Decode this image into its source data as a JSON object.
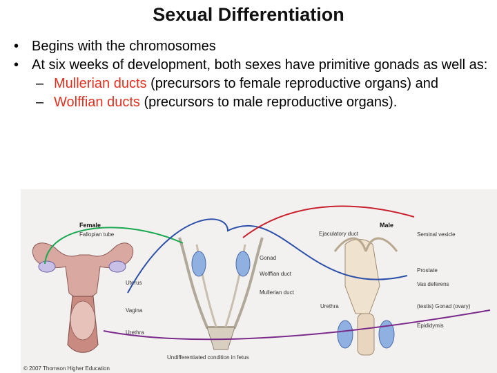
{
  "slide": {
    "title": "Sexual Differentiation",
    "bullets": [
      {
        "bullet": "•",
        "text": "Begins with the chromosomes"
      },
      {
        "bullet": "•",
        "text": "At six weeks of development, both sexes have primitive gonads as well as:"
      }
    ],
    "subbullets": [
      {
        "dash": "–",
        "highlight": "Mullerian ducts",
        "rest": " (precursors to female reproductive organs) and"
      },
      {
        "dash": "–",
        "highlight": "Wolffian ducts",
        "rest": " (precursors to male reproductive organs)."
      }
    ]
  },
  "figure": {
    "female": {
      "heading": "Female",
      "labels": {
        "fallopian": "Fallopian tube",
        "uterus": "Uterus",
        "vagina": "Vagina",
        "urethra": "Urethra"
      }
    },
    "center": {
      "labels": {
        "gonad": "Gonad",
        "wolffian": "Wolffian duct",
        "mullerian": "Mullerian duct"
      },
      "caption": "Undifferentiated condition in fetus"
    },
    "male": {
      "heading": "Male",
      "labels": {
        "ejaculatory": "Ejaculatory duct",
        "seminal": "Seminal vesicle",
        "prostate": "Prostate",
        "vas": "Vas deferens",
        "urethra": "Urethra",
        "gonad": "(testis) Gonad (ovary)",
        "epididymis": "Epididymis"
      }
    },
    "copyright": "© 2007 Thomson Higher Education"
  },
  "colors": {
    "highlight": "#e03020",
    "green_line": "#1aa850",
    "blue_line": "#2b4fa8",
    "red_line": "#c8202c",
    "purple_line": "#7a2a8a"
  }
}
